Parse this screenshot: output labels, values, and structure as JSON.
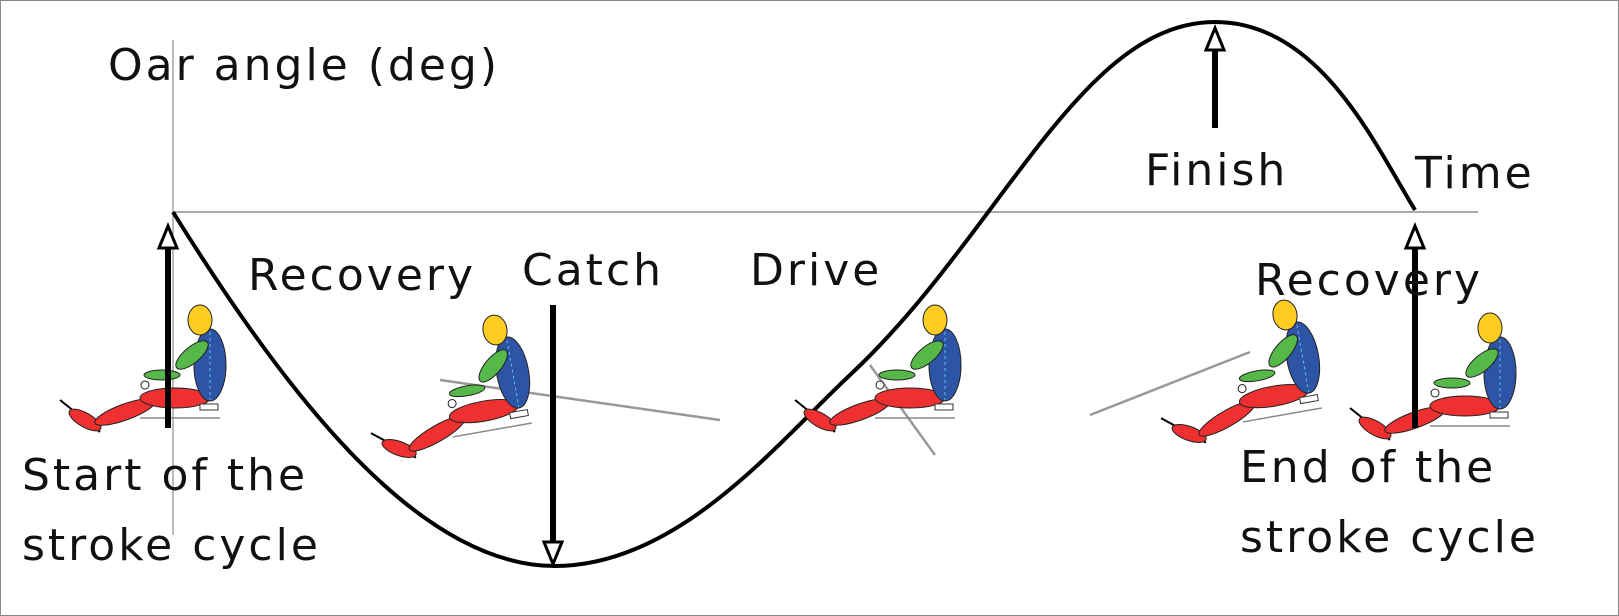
{
  "axes": {
    "y_label": "Oar angle (deg)",
    "x_label": "Time"
  },
  "phases": {
    "recovery_1": "Recovery",
    "catch": "Catch",
    "drive": "Drive",
    "finish": "Finish",
    "recovery_2": "Recovery"
  },
  "annotations": {
    "start_line1": "Start of the",
    "start_line2": "stroke cycle",
    "end_line1": "End of the",
    "end_line2": "stroke cycle"
  },
  "colors": {
    "curve": "#000000",
    "head": "#FFCC22",
    "torso": "#2E55A5",
    "arms": "#55B848",
    "legs": "#EE3030",
    "oar": "#999999"
  }
}
